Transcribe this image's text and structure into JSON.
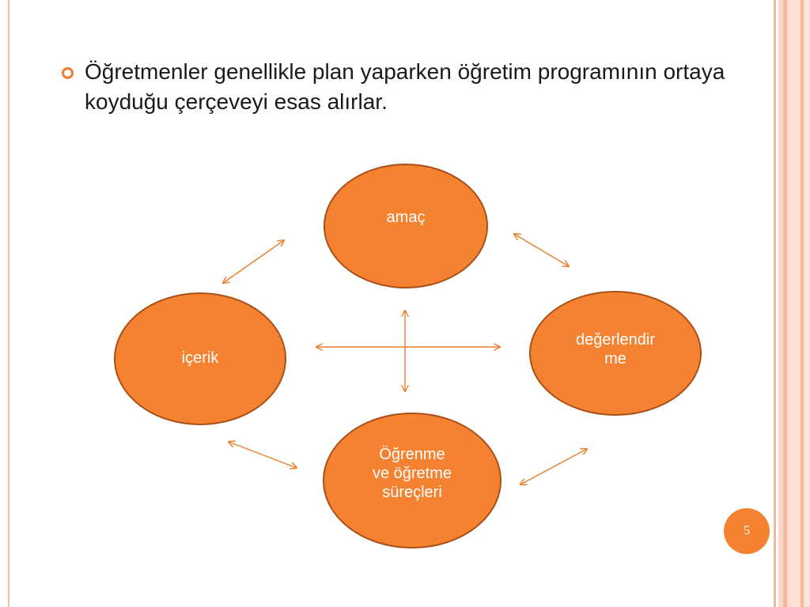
{
  "slide": {
    "bullet_text": "Öğretmenler genellikle plan yaparken öğretim programının ortaya koyduğu çerçeveyi esas alırlar.",
    "page_number": "5"
  },
  "diagram": {
    "nodes": {
      "amac": "amaç",
      "icerik": "içerik",
      "degerlendirme": "değerlendir\nme",
      "ogrenme": "Öğrenme\nve öğretme\nsüreçleri"
    }
  },
  "colors": {
    "accent": "#f58231",
    "node_border": "#a85018",
    "arrow": "#f07c2b",
    "side_band": "#f4b79e"
  }
}
